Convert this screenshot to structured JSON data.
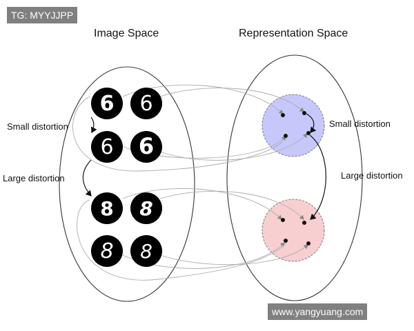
{
  "watermarks": {
    "top_left": "TG: MYYJJPP",
    "bottom_right": "www.yangyuang.com"
  },
  "image_space": {
    "title": "Image Space",
    "digits": [
      "6",
      "6",
      "6",
      "6",
      "8",
      "8",
      "8",
      "8"
    ]
  },
  "representation_space": {
    "title": "Representation Space",
    "blue_cluster_color": "#c6c8fb",
    "red_cluster_color": "#f7cfd1"
  },
  "labels": {
    "small_left": "Small distortion",
    "large_left": "Large distortion",
    "small_right": "Small distortion",
    "large_right": "Large distortion"
  }
}
